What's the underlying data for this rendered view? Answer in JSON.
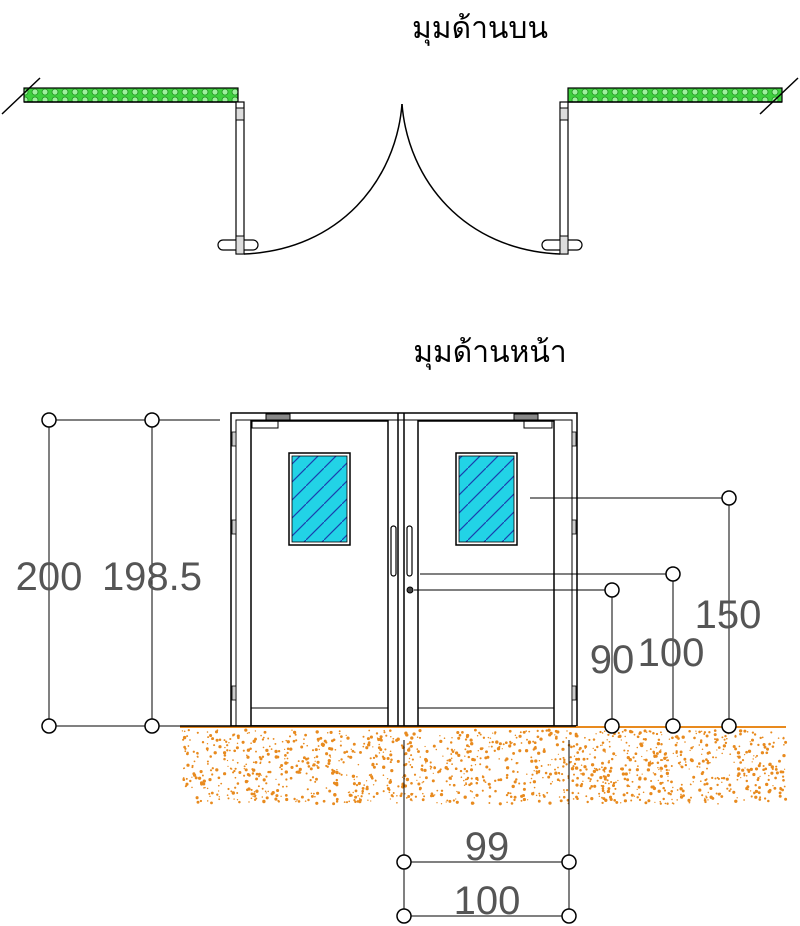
{
  "top_view": {
    "title": "มุมด้านบน"
  },
  "front_view": {
    "title": "มุมด้านหน้า"
  },
  "dimensions": {
    "overall_height": "200",
    "door_height": "198.5",
    "window_top": "150",
    "push_bar": "100",
    "handle": "90",
    "leaf_width": "99",
    "frame_width": "100"
  },
  "colors": {
    "hedge": "#3ecf3e",
    "glass": "#22d3e6",
    "glass_stripe": "#1a3fae",
    "soil": "#e88a1e"
  }
}
